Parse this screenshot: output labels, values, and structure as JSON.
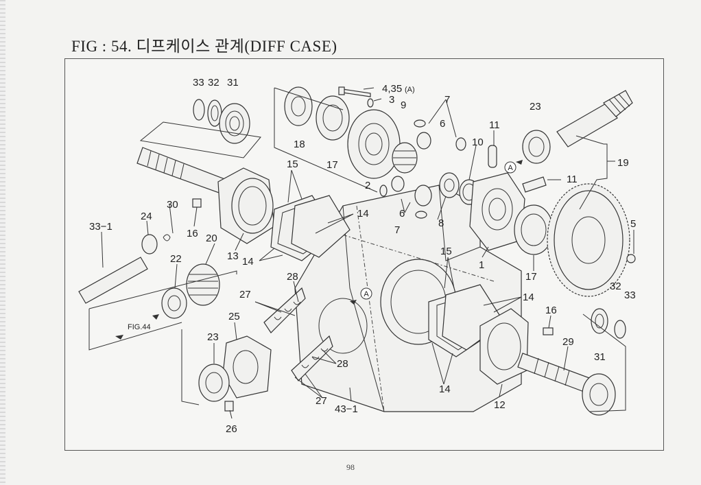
{
  "figure": {
    "title": "FIG : 54. 디프케이스 관계(DIFF CASE)",
    "page_number": "98"
  },
  "labels": {
    "l33a": "33",
    "l32a": "32",
    "l31a": "31",
    "l435": "4,35",
    "l435a": "(A)",
    "l3": "3",
    "l9": "9",
    "l7a": "7",
    "l6a": "6",
    "l11a": "11",
    "l10": "10",
    "l23a": "23",
    "l18": "18",
    "l17a": "17",
    "l2": "2",
    "l15a": "15",
    "l14a": "14",
    "l30": "30",
    "l16a": "16",
    "l13": "13",
    "l14b": "14",
    "l7b": "7",
    "l6b": "6",
    "l8": "8",
    "l1": "1",
    "l17b": "17",
    "l19": "19",
    "l11b": "11",
    "l5": "5",
    "l331": "33−1",
    "l24": "24",
    "l20": "20",
    "l22": "22",
    "l28a": "28",
    "l27a": "27",
    "l25": "25",
    "l23b": "23",
    "l26": "26",
    "l28b": "28",
    "l27b": "27",
    "l431": "43−1",
    "l15b": "15",
    "l14c": "14",
    "l14d": "14",
    "l12": "12",
    "l16b": "16",
    "l29": "29",
    "l31b": "31",
    "l32b": "32",
    "l33b": "33",
    "fig44": "FIG.44",
    "circleA1": "A",
    "circleA2": "A"
  }
}
